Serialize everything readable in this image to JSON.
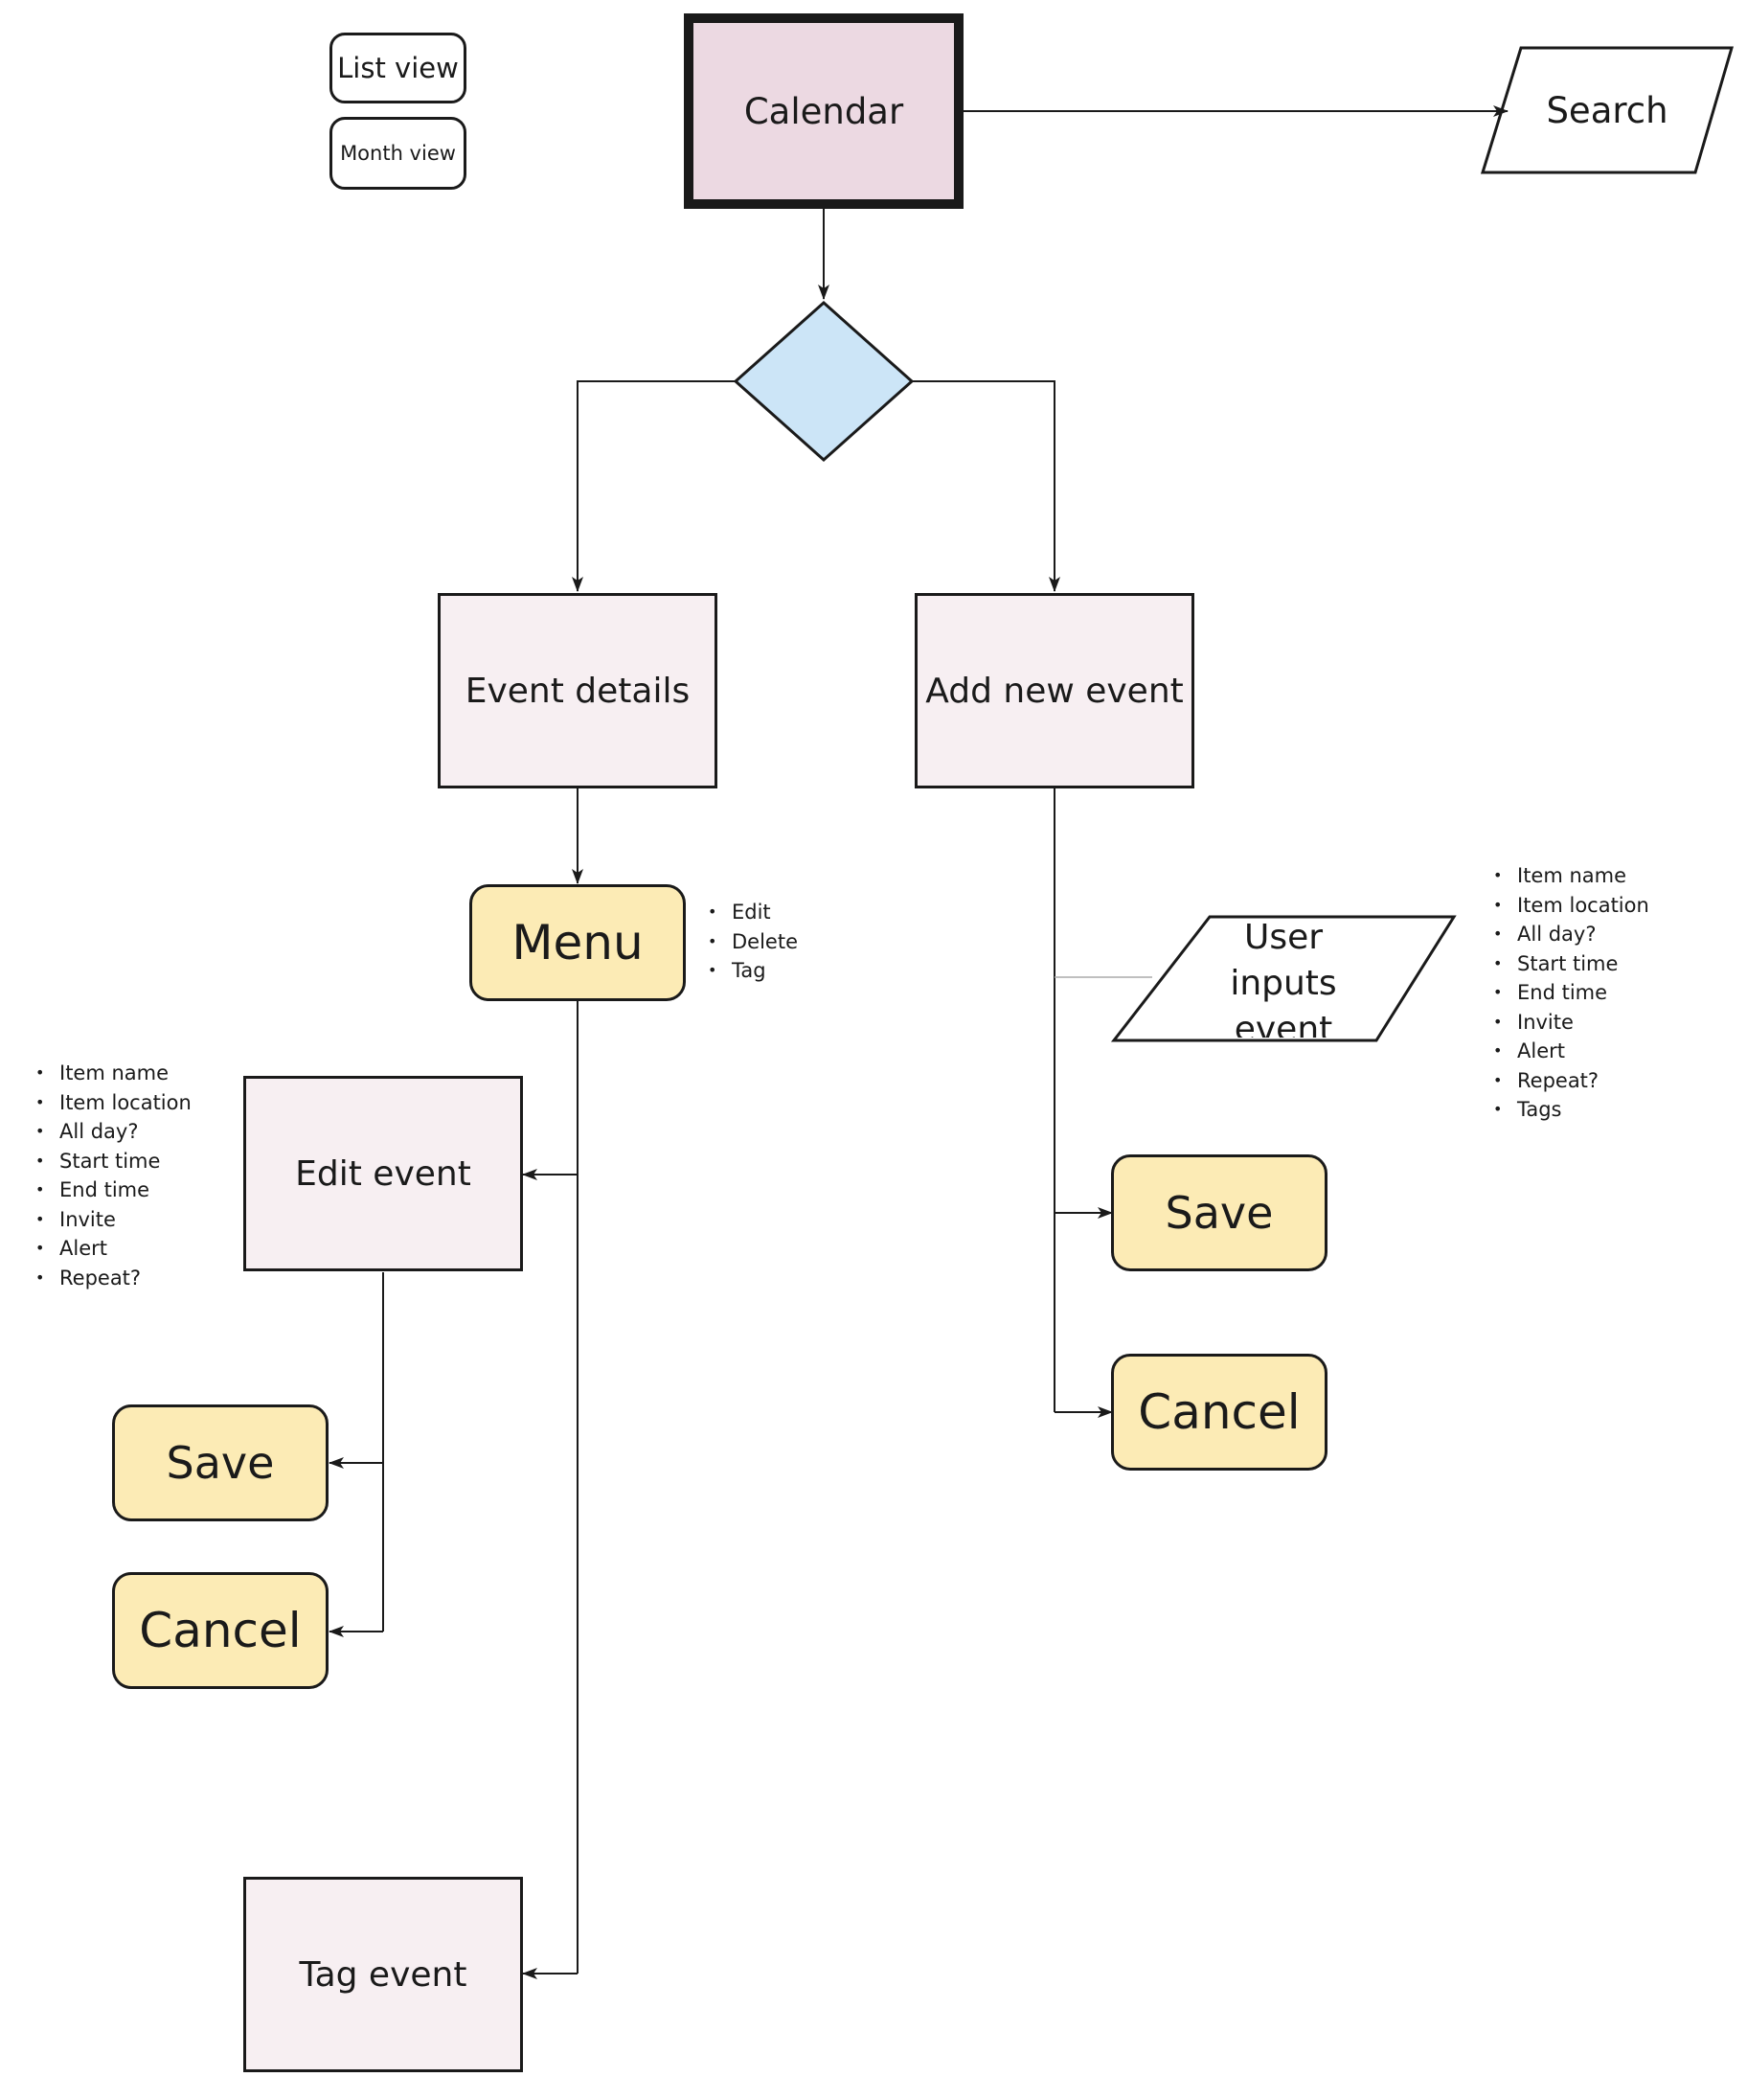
{
  "nodes": {
    "list_view": "List view",
    "month_view": "Month view",
    "calendar": "Calendar",
    "search": "Search",
    "event_details": "Event details",
    "add_new_event": "Add new event",
    "menu": "Menu",
    "user_inputs_event": "User inputs event",
    "edit_event": "Edit event",
    "save_left": "Save",
    "cancel_left": "Cancel",
    "tag_event": "Tag event",
    "save_right": "Save",
    "cancel_right": "Cancel"
  },
  "menu_options": [
    "Edit",
    "Delete",
    "Tag"
  ],
  "new_event_fields": [
    "Item name",
    "Item location",
    "All day?",
    "Start time",
    "End time",
    "Invite",
    "Alert",
    "Repeat?",
    "Tags"
  ],
  "edit_event_fields": [
    "Item name",
    "Item location",
    "All day?",
    "Start time",
    "End time",
    "Invite",
    "Alert",
    "Repeat?"
  ],
  "colors": {
    "calendar_fill": "#ecd9e2",
    "process_fill": "#f7eff2",
    "button_fill": "#fcebb5",
    "decision_fill": "#cce5f7",
    "stroke": "#1a1a1a"
  }
}
